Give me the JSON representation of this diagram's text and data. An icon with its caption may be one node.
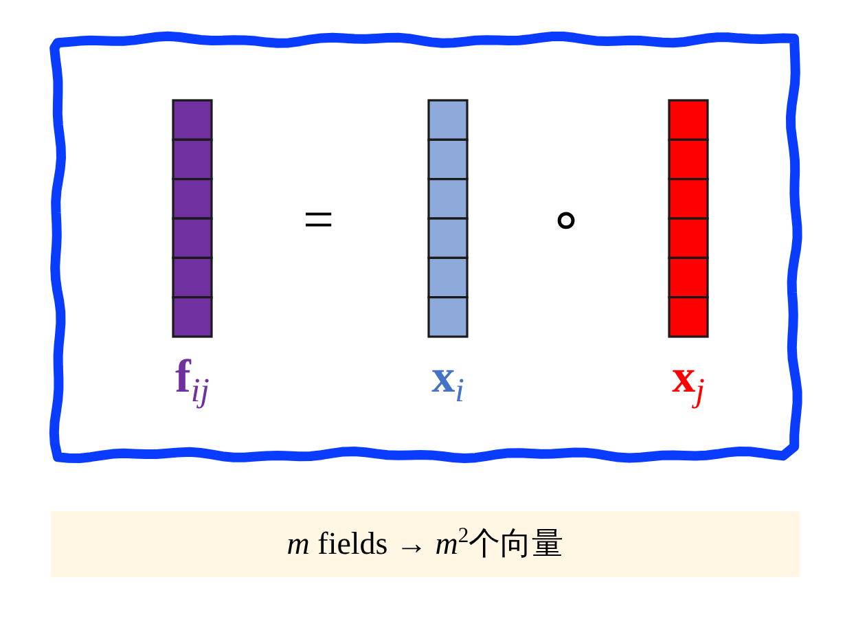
{
  "diagram": {
    "nodes": [
      {
        "text": [],
        "shape": "box"
      },
      {
        "text": [
          "**f**$_{ij}$"
        ],
        "in": 0
      },
      {
        "text": [
          "**x**$_{i}$"
        ],
        "in": 0
      },
      {
        "text": [
          "**x**$_{j}$"
        ],
        "in": 0
      },
      {
        "text": [
          "*m* fields → *m*$^{2}$个向量"
        ]
      }
    ],
    "labels": [
      "=",
      "∘"
    ]
  }
}
